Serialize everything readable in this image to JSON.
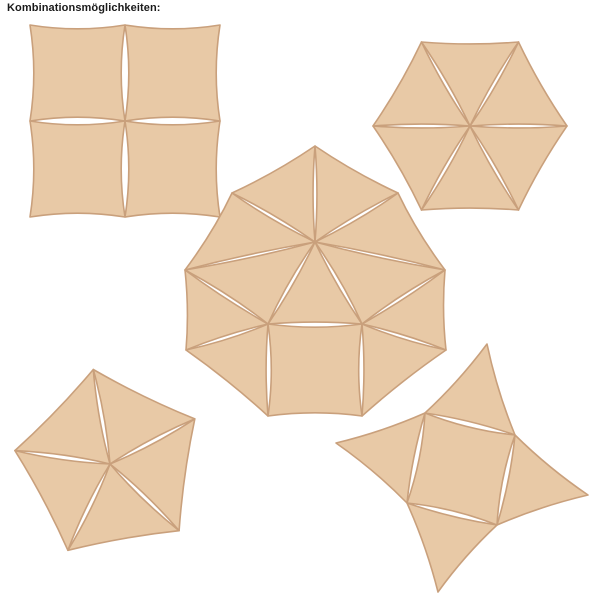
{
  "title": "Kombinationsmöglichkeiten:",
  "colors": {
    "fill": "#e8c9a6",
    "stroke": "#c9a07c",
    "background": "#ffffff"
  },
  "figures": [
    {
      "name": "four-square-sails",
      "shape": "square",
      "count": 4
    },
    {
      "name": "six-triangle-hexagon",
      "shape": "triangle",
      "count": 6
    },
    {
      "name": "center-mixed-combination",
      "shapes": [
        "triangle",
        "square"
      ]
    },
    {
      "name": "five-triangle-pentagon",
      "shape": "triangle",
      "count": 5
    },
    {
      "name": "square-with-four-triangles",
      "shapes": [
        "square",
        "triangle"
      ]
    }
  ]
}
